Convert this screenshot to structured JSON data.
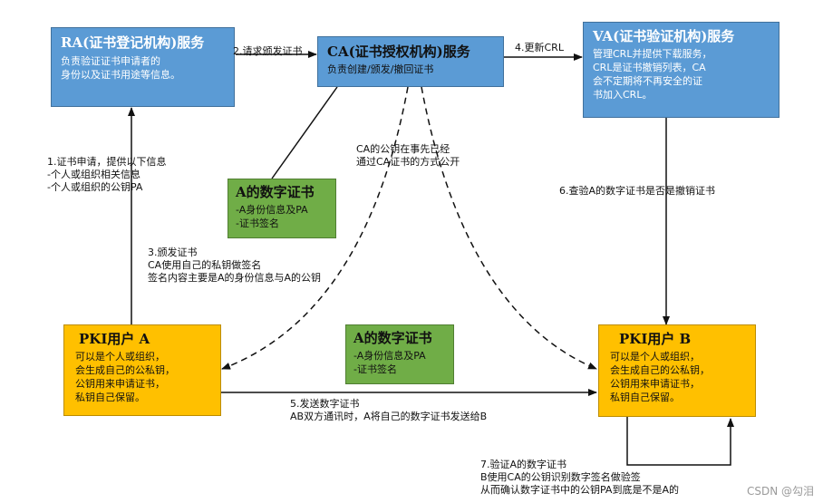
{
  "ra": {
    "title": "RA(证书登记机构)服务",
    "lines": [
      "负责验证证书申请者的",
      "身份以及证书用途等信息。"
    ]
  },
  "ca": {
    "title": "CA(证书授权机构)服务",
    "line": "负责创建/颁发/撤回证书"
  },
  "va": {
    "title": "VA(证书验证机构)服务",
    "lines": [
      "管理CRL并提供下载服务，",
      "CRL是证书撤销列表，CA",
      "会不定期将不再安全的证",
      "书加入CRL。"
    ]
  },
  "cert_top": {
    "title": "A的数字证书",
    "lines": [
      "-A身份信息及PA",
      "-证书签名"
    ]
  },
  "cert_mid": {
    "title": "A的数字证书",
    "lines": [
      "-A身份信息及PA",
      "-证书签名"
    ]
  },
  "user_a": {
    "title": "PKI用户 A",
    "lines": [
      "可以是个人或组织，",
      "会生成自己的公私钥，",
      "公钥用来申请证书，",
      "私钥自己保留。"
    ]
  },
  "user_b": {
    "title": "PKI用户 B",
    "lines": [
      "可以是个人或组织，",
      "会生成自己的公私钥，",
      "公钥用来申请证书，",
      "私钥自己保留。"
    ]
  },
  "labels": {
    "step1": [
      "1.证书申请，提供以下信息",
      "-个人或组织相关信息",
      "-个人或组织的公钥PA"
    ],
    "step2": "2.请求颁发证书",
    "step3": [
      "3.颁发证书",
      "CA使用自己的私钥做签名",
      "签名内容主要是A的身份信息与A的公钥"
    ],
    "step4": "4.更新CRL",
    "step5": [
      "5.发送数字证书",
      "AB双方通讯时，A将自己的数字证书发送给B"
    ],
    "step6": "6.查验A的数字证书是否是撤销证书",
    "step7": [
      "7.验证A的数字证书",
      "B使用CA的公钥识别数字签名做验签",
      "从而确认数字证书中的公钥PA到底是不是A的"
    ],
    "ca_public": [
      "CA的公钥在事先已经",
      "通过CA证书的方式公开"
    ]
  },
  "watermark": "CSDN @勾泪"
}
